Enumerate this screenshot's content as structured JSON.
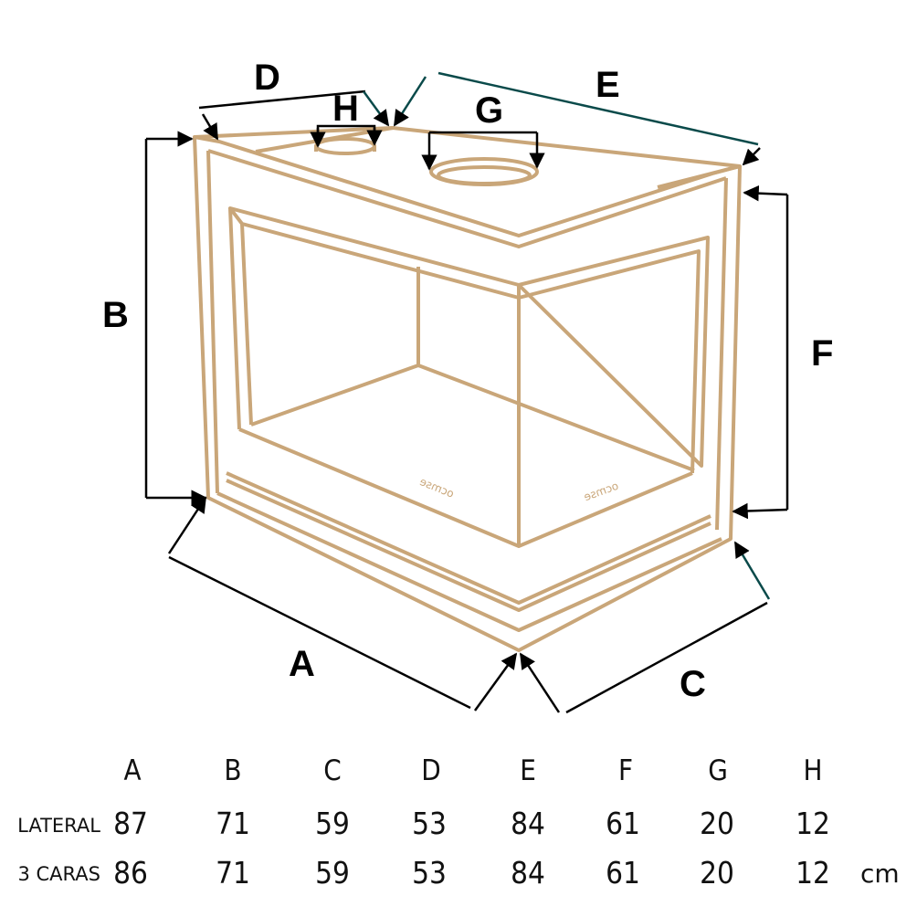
{
  "diagram": {
    "labels": {
      "A": "A",
      "B": "B",
      "C": "C",
      "D": "D",
      "E": "E",
      "F": "F",
      "G": "G",
      "H": "H"
    },
    "line_color": "#c9a679",
    "dimension_color": "#000000",
    "logo": "ocmse"
  },
  "table": {
    "headers": [
      "A",
      "B",
      "C",
      "D",
      "E",
      "F",
      "G",
      "H"
    ],
    "rows": [
      {
        "label": "LATERAL",
        "values": [
          "87",
          "71",
          "59",
          "53",
          "84",
          "61",
          "20",
          "12"
        ]
      },
      {
        "label": "3 CARAS",
        "values": [
          "86",
          "71",
          "59",
          "53",
          "84",
          "61",
          "20",
          "12"
        ]
      }
    ],
    "unit": "cm"
  }
}
